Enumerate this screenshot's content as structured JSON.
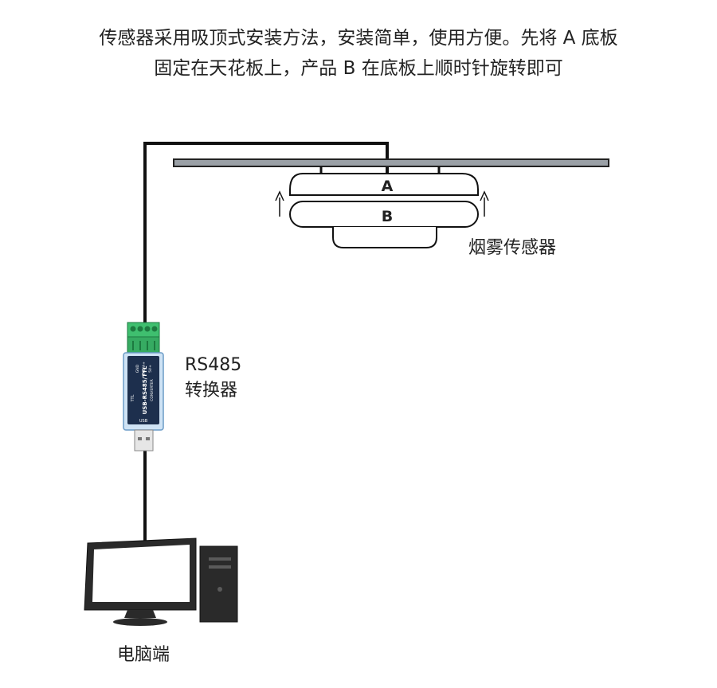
{
  "header": {
    "line1": "传感器采用吸顶式安装方法，安装简单，使用方便。先将 A 底板",
    "line2": "固定在天花板上，产品 B 在底板上顺时针旋转即可"
  },
  "sensor": {
    "part_a_label": "A",
    "part_b_label": "B",
    "name": "烟雾传感器"
  },
  "converter": {
    "name_line1": "RS485",
    "name_line2": "转换器",
    "body_text": "USB-RS485/TTL",
    "sub_text": "CONVERTER",
    "usb_text": "USB",
    "pin_labels": [
      "GND",
      "TXD/A+",
      "5V+"
    ],
    "side_text": "TTL"
  },
  "computer": {
    "label": "电脑端"
  }
}
